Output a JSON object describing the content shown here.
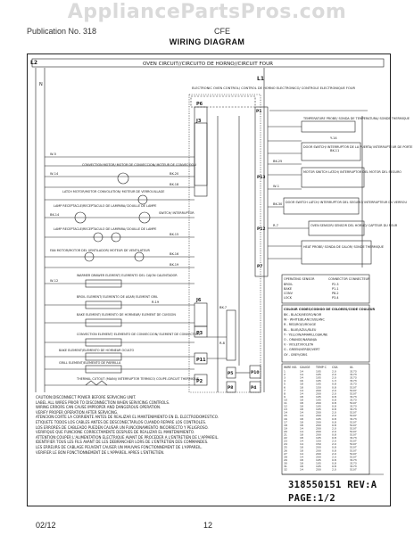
{
  "watermark": "AppliancePartsPros.com",
  "header": {
    "left": "Publication No. 318",
    "right": "CFE",
    "title": "WIRING DIAGRAM"
  },
  "circuit_title": "OVEN CIRCUIT//CIRCUITO DE HORNO//CIRCUIT FOUR",
  "control_label": "ELECTRONIC OVEN CONTROL/ CONTROL DE HORNO ELECTRONICO/ CONTROLE ELECTRONIQUE FOUR",
  "terminals": {
    "l2": "L2",
    "l1": "L1",
    "n": "N"
  },
  "connectors": {
    "p6": "P6",
    "j3": "J3",
    "j6": "J6",
    "p3": "P3",
    "p11": "P11",
    "p2": "P2",
    "p5": "P5",
    "p8": "P8",
    "p10": "P10",
    "p4": "P4",
    "p1": "P1",
    "p12": "P12",
    "p13": "P13",
    "p7": "P7"
  },
  "components": {
    "conv_motor": "CONVECTION MOTOR/ MOTOR DE CONVECCION/ MOTEUR DE CONVECTION",
    "latch_motor": "LATCH MOTOR/MOTOR CONVOLUTION/ MOTEUR DE VERROUILLAGE",
    "lamp_left": "LAMP RECEPTACLE/RECEPTACULO DE LAMPARA/ DOUILLE DE LAMPE",
    "lamp_right": "LAMP RECEPTACLE/RECEPTACULO DE LAMPARA/ DOUILLE DE LAMPE",
    "oven_switch": "SWITCH/ INTERRUPTOR",
    "fan": "FAN MOTOR/MOTOR DEL VENTILADOR/ MOTEUR DE VENTILATEUR",
    "warm_drawer": "WARMER DRAWER ELEMENT/ ELEMENTO DEL CAJON CALENTADOR",
    "broil": "BROIL ELEMENT/ ELEMENTO DE ASAR/ ELEMENT GRIL",
    "bake": "BAKE ELEMENT/ ELEMENTO DE HORNEAR/ ELEMENT DE CUISSON",
    "conv_element": "CONVECTION ELEMENT/ ELEMENTO DE CONVECCION/ ELEMENT DE CONVECTION",
    "bake_hidden": "BAKE ELEMENT/ELEMENTO DE HORNEAR OCULTO",
    "grill": "GRILL ELEMENT/ELEMENTO DE PARRILLA",
    "thermal_cutout": "THERMAL CUTOUT (MAIN)/ INTERRUPTOR TERMICO/ COUPE-CIRCUIT THERMIQUE",
    "temp_probe": "TEMPERATURE PROBE/ SONDA DE TEMPERATURA/ SONDE THERMIQUE",
    "door_switch": "DOOR SWITCH/ INTERRUPTOR DE LA PUERTA/ INTERRUPTEUR DE PORTE",
    "door_latch": "DOOR SWITCH LATCH/ INTERRUPTOR DEL SEGURO/ INTERRUPTEUR DU VERROU",
    "motor_latch": "MOTOR SWITCH LATCH/ INTERRUPTOR DEL MOTOR DEL SEGURO",
    "sensor": "OVEN SENSOR/ SENSOR DEL HORNO/ CAPTEUR DU FOUR",
    "heat_probe": "HEAT PROBE/ SONDA DE CALOR/ SONDE THERMIQUE"
  },
  "wire_labels": {
    "w1": "W-5",
    "w2": "W-14",
    "w3": "BK-20",
    "w4": "BK-18",
    "w5": "BK-14",
    "w6": "BK-15",
    "w7": "BK-16",
    "w8": "BK-19",
    "w9": "W-12",
    "w10": "R-19",
    "w11": "BK-7",
    "w12": "R-8",
    "w13": "Y-14",
    "w14": "BK-11",
    "w15": "BK-25",
    "w16": "W-1",
    "w17": "BK-30",
    "w18": "R-7"
  },
  "contact_table": {
    "headers": [
      "OPERATING SENSOR",
      "CONNECTOR CONNECTEUR"
    ],
    "rows": [
      [
        "BROIL",
        "P2-3"
      ],
      [
        "BAKE",
        "P1-1"
      ],
      [
        "CONV",
        "P8-2"
      ],
      [
        "LOCK",
        "P3-4"
      ]
    ]
  },
  "color_legend": {
    "title": "COLOUR CODES/CODIGO DE COLORES/CODE COULEUR",
    "items": [
      "BK - BLACK/NEGRO/NOIR",
      "W - WHITE/BLANCO/BLANC",
      "R - RED/ROJO/ROUGE",
      "BL - BLUE/AZUL/BLEU",
      "Y - YELLOW/AMARILLO/JAUNE",
      "O - ORANGE/NARANJA",
      "V - VIOLET/VIOLETA",
      "G - GREEN/VERDE/VERT",
      "GY - GREY/GRIS"
    ]
  },
  "wire_table": {
    "headers": [
      "WIRE NO.",
      "GAUGE",
      "TEMP C",
      "CSA",
      "UL"
    ],
    "rows": [
      [
        "1",
        "14",
        "105",
        "2.0",
        "3173"
      ],
      [
        "2",
        "14",
        "105",
        "2.0",
        "3173"
      ],
      [
        "3",
        "14",
        "105",
        "2.0",
        "3173"
      ],
      [
        "4",
        "16",
        "105",
        "1.3",
        "3173"
      ],
      [
        "5",
        "18",
        "105",
        "0.8",
        "3173"
      ],
      [
        "6",
        "18",
        "150",
        "0.8",
        "5107"
      ],
      [
        "7",
        "14",
        "200",
        "2.0",
        "5107"
      ],
      [
        "8",
        "14",
        "200",
        "2.0",
        "5107"
      ],
      [
        "9",
        "18",
        "105",
        "0.8",
        "3173"
      ],
      [
        "10",
        "18",
        "105",
        "0.8",
        "3173"
      ],
      [
        "11",
        "18",
        "200",
        "0.8",
        "5107"
      ],
      [
        "12",
        "18",
        "105",
        "0.8",
        "3173"
      ],
      [
        "13",
        "18",
        "105",
        "0.8",
        "3173"
      ],
      [
        "14",
        "14",
        "200",
        "2.0",
        "5107"
      ],
      [
        "15",
        "14",
        "200",
        "2.0",
        "5107"
      ],
      [
        "16",
        "18",
        "105",
        "0.8",
        "3173"
      ],
      [
        "17",
        "18",
        "200",
        "0.8",
        "5107"
      ],
      [
        "18",
        "18",
        "200",
        "0.8",
        "5107"
      ],
      [
        "19",
        "14",
        "200",
        "2.0",
        "5107"
      ],
      [
        "20",
        "14",
        "200",
        "2.0",
        "5107"
      ],
      [
        "21",
        "18",
        "200",
        "0.8",
        "5107"
      ],
      [
        "22",
        "18",
        "105",
        "0.8",
        "3173"
      ],
      [
        "23",
        "14",
        "150",
        "2.0",
        "5107"
      ],
      [
        "24",
        "14",
        "150",
        "2.0",
        "5107"
      ],
      [
        "25",
        "18",
        "200",
        "0.8",
        "5107"
      ],
      [
        "26",
        "18",
        "200",
        "0.8",
        "5107"
      ],
      [
        "27",
        "14",
        "200",
        "2.0",
        "5107"
      ],
      [
        "28",
        "14",
        "200",
        "2.0",
        "5107"
      ],
      [
        "29",
        "18",
        "105",
        "0.8",
        "3173"
      ],
      [
        "30",
        "18",
        "105",
        "0.8",
        "3173"
      ],
      [
        "31",
        "18",
        "105",
        "0.8",
        "3173"
      ],
      [
        "32",
        "14",
        "200",
        "2.0",
        "5107"
      ]
    ]
  },
  "warnings": {
    "w1": "CAUTION:DISCONNECT POWER BEFORE SERVICING UNIT.",
    "w2": "LABEL ALL WIRES PRIOR TO DISCONNECTION WHEN SERVICING CONTROLS.",
    "w3": "WIRING ERRORS CAN CAUSE IMPROPER AND DANGEROUS OPERATION.",
    "w4": "VERIFY PROPER OPERATION AFTER SERVICING.",
    "w5": "ATENCION:CORTE LA CORRIENTE ANTES DE REALIZAR EL MANTENIMIENTO EN EL ELECTRODOMESTICO.",
    "w6": "ETIQUETE TODOS LOS CABLES ANTES DE DESCONECTARLOS CUANDO REPARE LOS CONTROLES.",
    "w7": "LOS ERRORES DE CABLEADO PUEDEN CAUSAR UN FUNCIONAMIENTO INCORRECTO Y PELIGROSO.",
    "w8": "VERIFIQUE QUE FUNCIONE CORRECTAMENTE DESPUES DE REALIZAR EL MANTENIMIENTO.",
    "w9": "ATTENTION:COUPER L'ALIMENTATION ELECTRIQUE AVANT DE PROCEDER A L'ENTRETIEN DE L'APPAREIL.",
    "w10": "IDENTIFIER TOUS LES FILS AVANT DE LES DEBRANCHER LORS DE L'ENTRETIEN DES COMMANDES.",
    "w11": "LES ERREURS DE CABLAGE PEUVENT CAUSER UN MAUVAIS FONCTIONNEMENT DE L'APPAREIL.",
    "w12": "VERIFIER LE BON FONCTIONNEMENT DE L'APPAREIL APRES L'ENTRETIEN."
  },
  "part_number": "318550151 REV:A",
  "page": "PAGE:1/2",
  "footer": {
    "date": "02/12",
    "page_number": "12"
  }
}
